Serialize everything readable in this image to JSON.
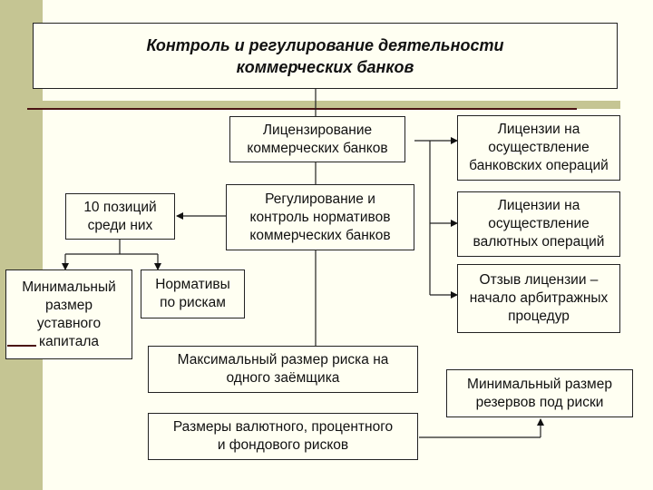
{
  "title": "Контроль и регулирование деятельности\nкоммерческих банков",
  "boxes": {
    "licensing": "Лицензирование\nкоммерческих банков",
    "regulation": "Регулирование и\nконтроль нормативов\nкоммерческих банков",
    "licenses_banking": "Лицензии на\nосуществление\nбанковских операций",
    "licenses_currency": "Лицензии на\nосуществление\nвалютных операций",
    "revocation": "Отзыв лицензии –\nначало арбитражных\nпроцедур",
    "ten_positions": "10 позиций\nсреди них",
    "min_capital": "Минимальный\nразмер\nуставного\nкапитала",
    "risk_norms": "Нормативы\nпо рискам",
    "max_risk": "Максимальный размер риска на\nодного заёмщика",
    "min_reserves": "Минимальный размер\nрезервов под риски",
    "risk_sizes": "Размеры валютного, процентного\nи фондового рисков"
  }
}
